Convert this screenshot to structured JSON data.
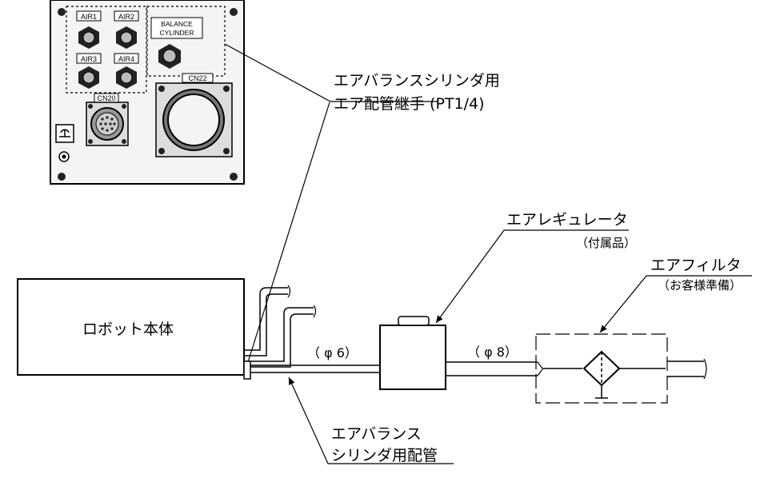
{
  "panel": {
    "air_ports": [
      "AIR1",
      "AIR2",
      "AIR3",
      "AIR4"
    ],
    "balance_label_line1": "BALANCE",
    "balance_label_line2": "CYLINDER",
    "connector_small": "CN20",
    "connector_large": "CN22"
  },
  "callouts": {
    "fitting_line1": "エアバランスシリンダ用",
    "fitting_line2": "エア配管継手 (PT1/4)",
    "regulator": "エアレギュレータ",
    "regulator_note": "（付属品）",
    "filter": "エアフィルタ",
    "filter_note": "（お客様準備）",
    "piping_line1": "エアバランス",
    "piping_line2": "シリンダ用配管"
  },
  "robot_body": "ロボット本体",
  "pipe_sizes": {
    "phi6": "（ φ 6）",
    "phi8": "（ φ 8）"
  }
}
